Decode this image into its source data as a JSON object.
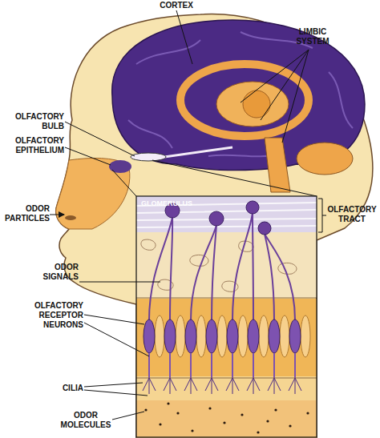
{
  "diagram": {
    "labels": [
      "CORTEX",
      "LIMBIC SYSTEM",
      "OLFACTORY BULB",
      "OLFACTORY EPITHELIUM",
      "ODOR PARTICLES",
      "OLFACTORY TRACT",
      "GLOMERULUS",
      "ODOR SIGNALS",
      "OLFACTORY RECEPTOR NEURONS",
      "CILIA",
      "ODOR MOLECULES"
    ]
  }
}
